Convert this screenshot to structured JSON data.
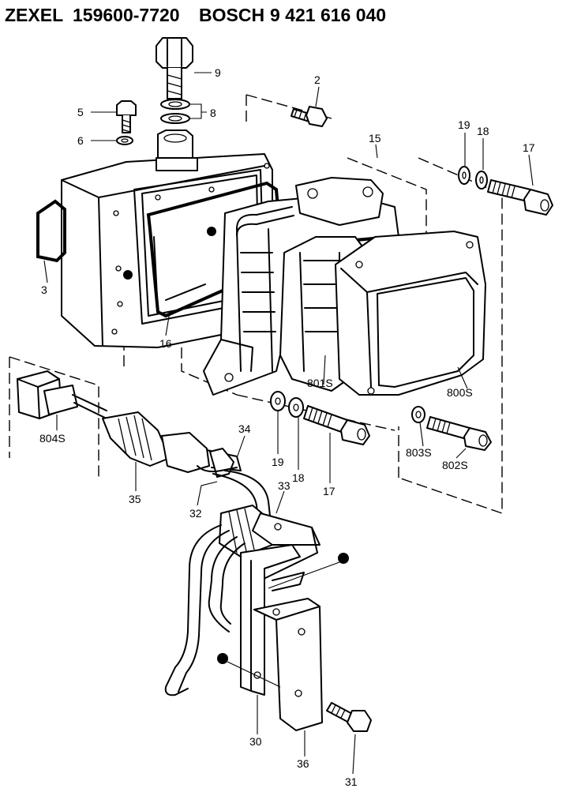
{
  "header": {
    "maker": "ZEXEL",
    "zexel_part": "159600-7720",
    "brand": "BOSCH",
    "bosch_part": "9 421 616 040"
  },
  "callouts": {
    "c2": "2",
    "c3": "3",
    "c5": "5",
    "c6": "6",
    "c8": "8",
    "c9": "9",
    "c15": "15",
    "c16": "16",
    "c17a": "17",
    "c18a": "18",
    "c19a": "19",
    "c17b": "17",
    "c18b": "18",
    "c19b": "19",
    "c30": "30",
    "c31": "31",
    "c32": "32",
    "c33": "33",
    "c34": "34",
    "c35": "35",
    "c36": "36",
    "c800s": "800S",
    "c801s": "801S",
    "c802s": "802S",
    "c803s": "803S",
    "c804s": "804S"
  }
}
